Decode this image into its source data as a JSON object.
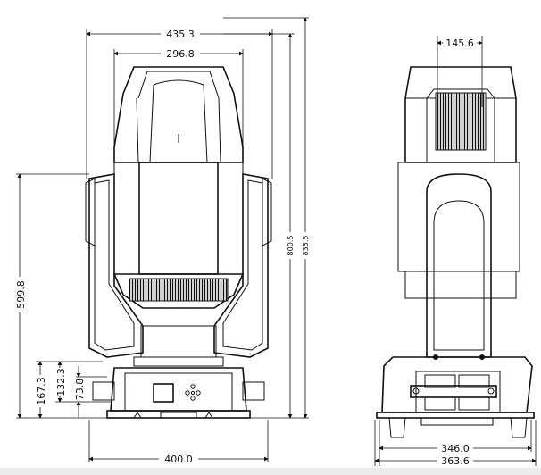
{
  "front_view": {
    "dimensions": {
      "overall_width": "435.3",
      "head_width": "296.8",
      "base_width": "400.0",
      "height_800": "800.5",
      "height_835": "835.5",
      "arm_height": "599.8",
      "base_height_1": "167.3",
      "base_height_2": "132.3",
      "base_height_3": "73.8"
    }
  },
  "side_view": {
    "dimensions": {
      "top_width": "145.6",
      "base_width_1": "346.0",
      "base_width_2": "363.6"
    }
  }
}
